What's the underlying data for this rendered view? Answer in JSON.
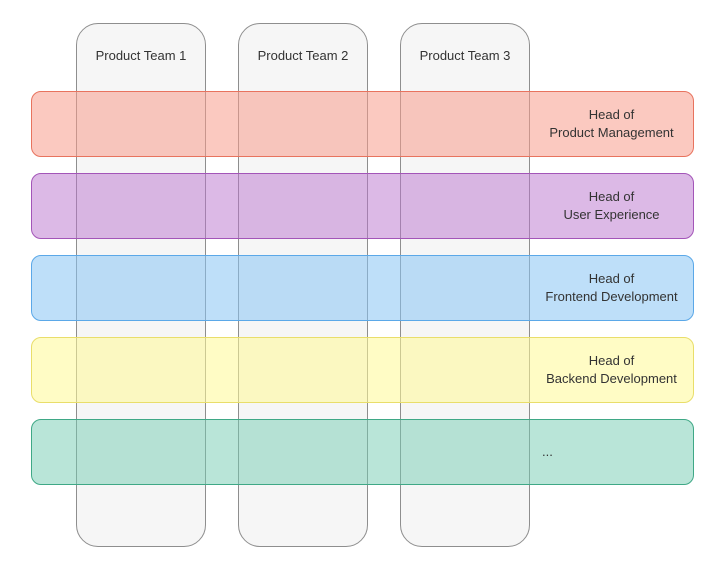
{
  "columns": [
    {
      "label": "Product Team 1"
    },
    {
      "label": "Product Team 2"
    },
    {
      "label": "Product Team 3"
    }
  ],
  "rows": [
    {
      "line1": "Head of",
      "line2": "Product Management",
      "color": "#f89d8c"
    },
    {
      "line1": "Head of",
      "line2": "User Experience",
      "color": "#ba74ce"
    },
    {
      "line1": "Head of",
      "line2": "Frontend Development",
      "color": "#88c4f4"
    },
    {
      "line1": "Head of",
      "line2": "Backend Development",
      "color": "#fffa96"
    },
    {
      "line1": "...",
      "line2": "",
      "color": "#74ccb2"
    }
  ]
}
